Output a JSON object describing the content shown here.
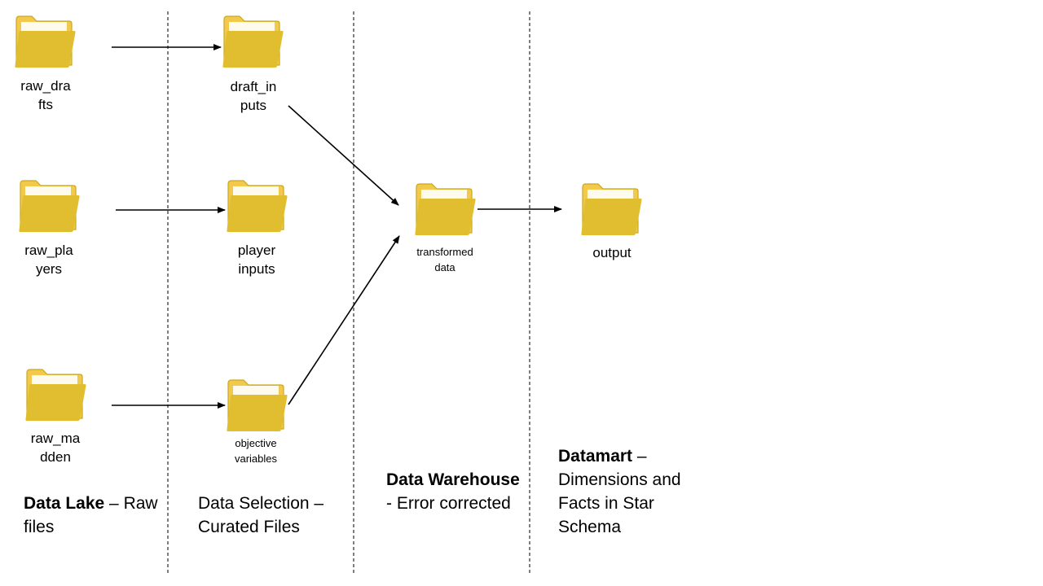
{
  "colors": {
    "folder_back": "#F2C94C",
    "folder_front": "#E0BE30",
    "folder_edge": "#C9A81F",
    "line": "#000000"
  },
  "folders": {
    "raw_drafts": {
      "label": "raw_dra\nfts",
      "icon": "folder-icon"
    },
    "raw_players": {
      "label": "raw_pla\nyers",
      "icon": "folder-icon"
    },
    "raw_madden": {
      "label": "raw_ma\ndden",
      "icon": "folder-icon"
    },
    "draft_inputs": {
      "label": "draft_in\nputs",
      "icon": "folder-icon"
    },
    "player_inputs": {
      "label": "player\ninputs",
      "icon": "folder-icon"
    },
    "objective_variables": {
      "label": "objective\nvariables",
      "icon": "folder-icon"
    },
    "transformed_data": {
      "label": "transformed\ndata",
      "icon": "folder-icon"
    },
    "output": {
      "label": "output",
      "icon": "folder-icon"
    }
  },
  "stages": {
    "data_lake": {
      "title": "Data Lake",
      "rest": " – Raw files"
    },
    "data_selection": {
      "title": "",
      "rest": "Data Selection – Curated Files"
    },
    "data_warehouse": {
      "title": "Data Warehouse",
      "rest": "- Error corrected"
    },
    "datamart": {
      "title": "Datamart",
      "rest": " – Dimensions and Facts in Star Schema"
    }
  }
}
